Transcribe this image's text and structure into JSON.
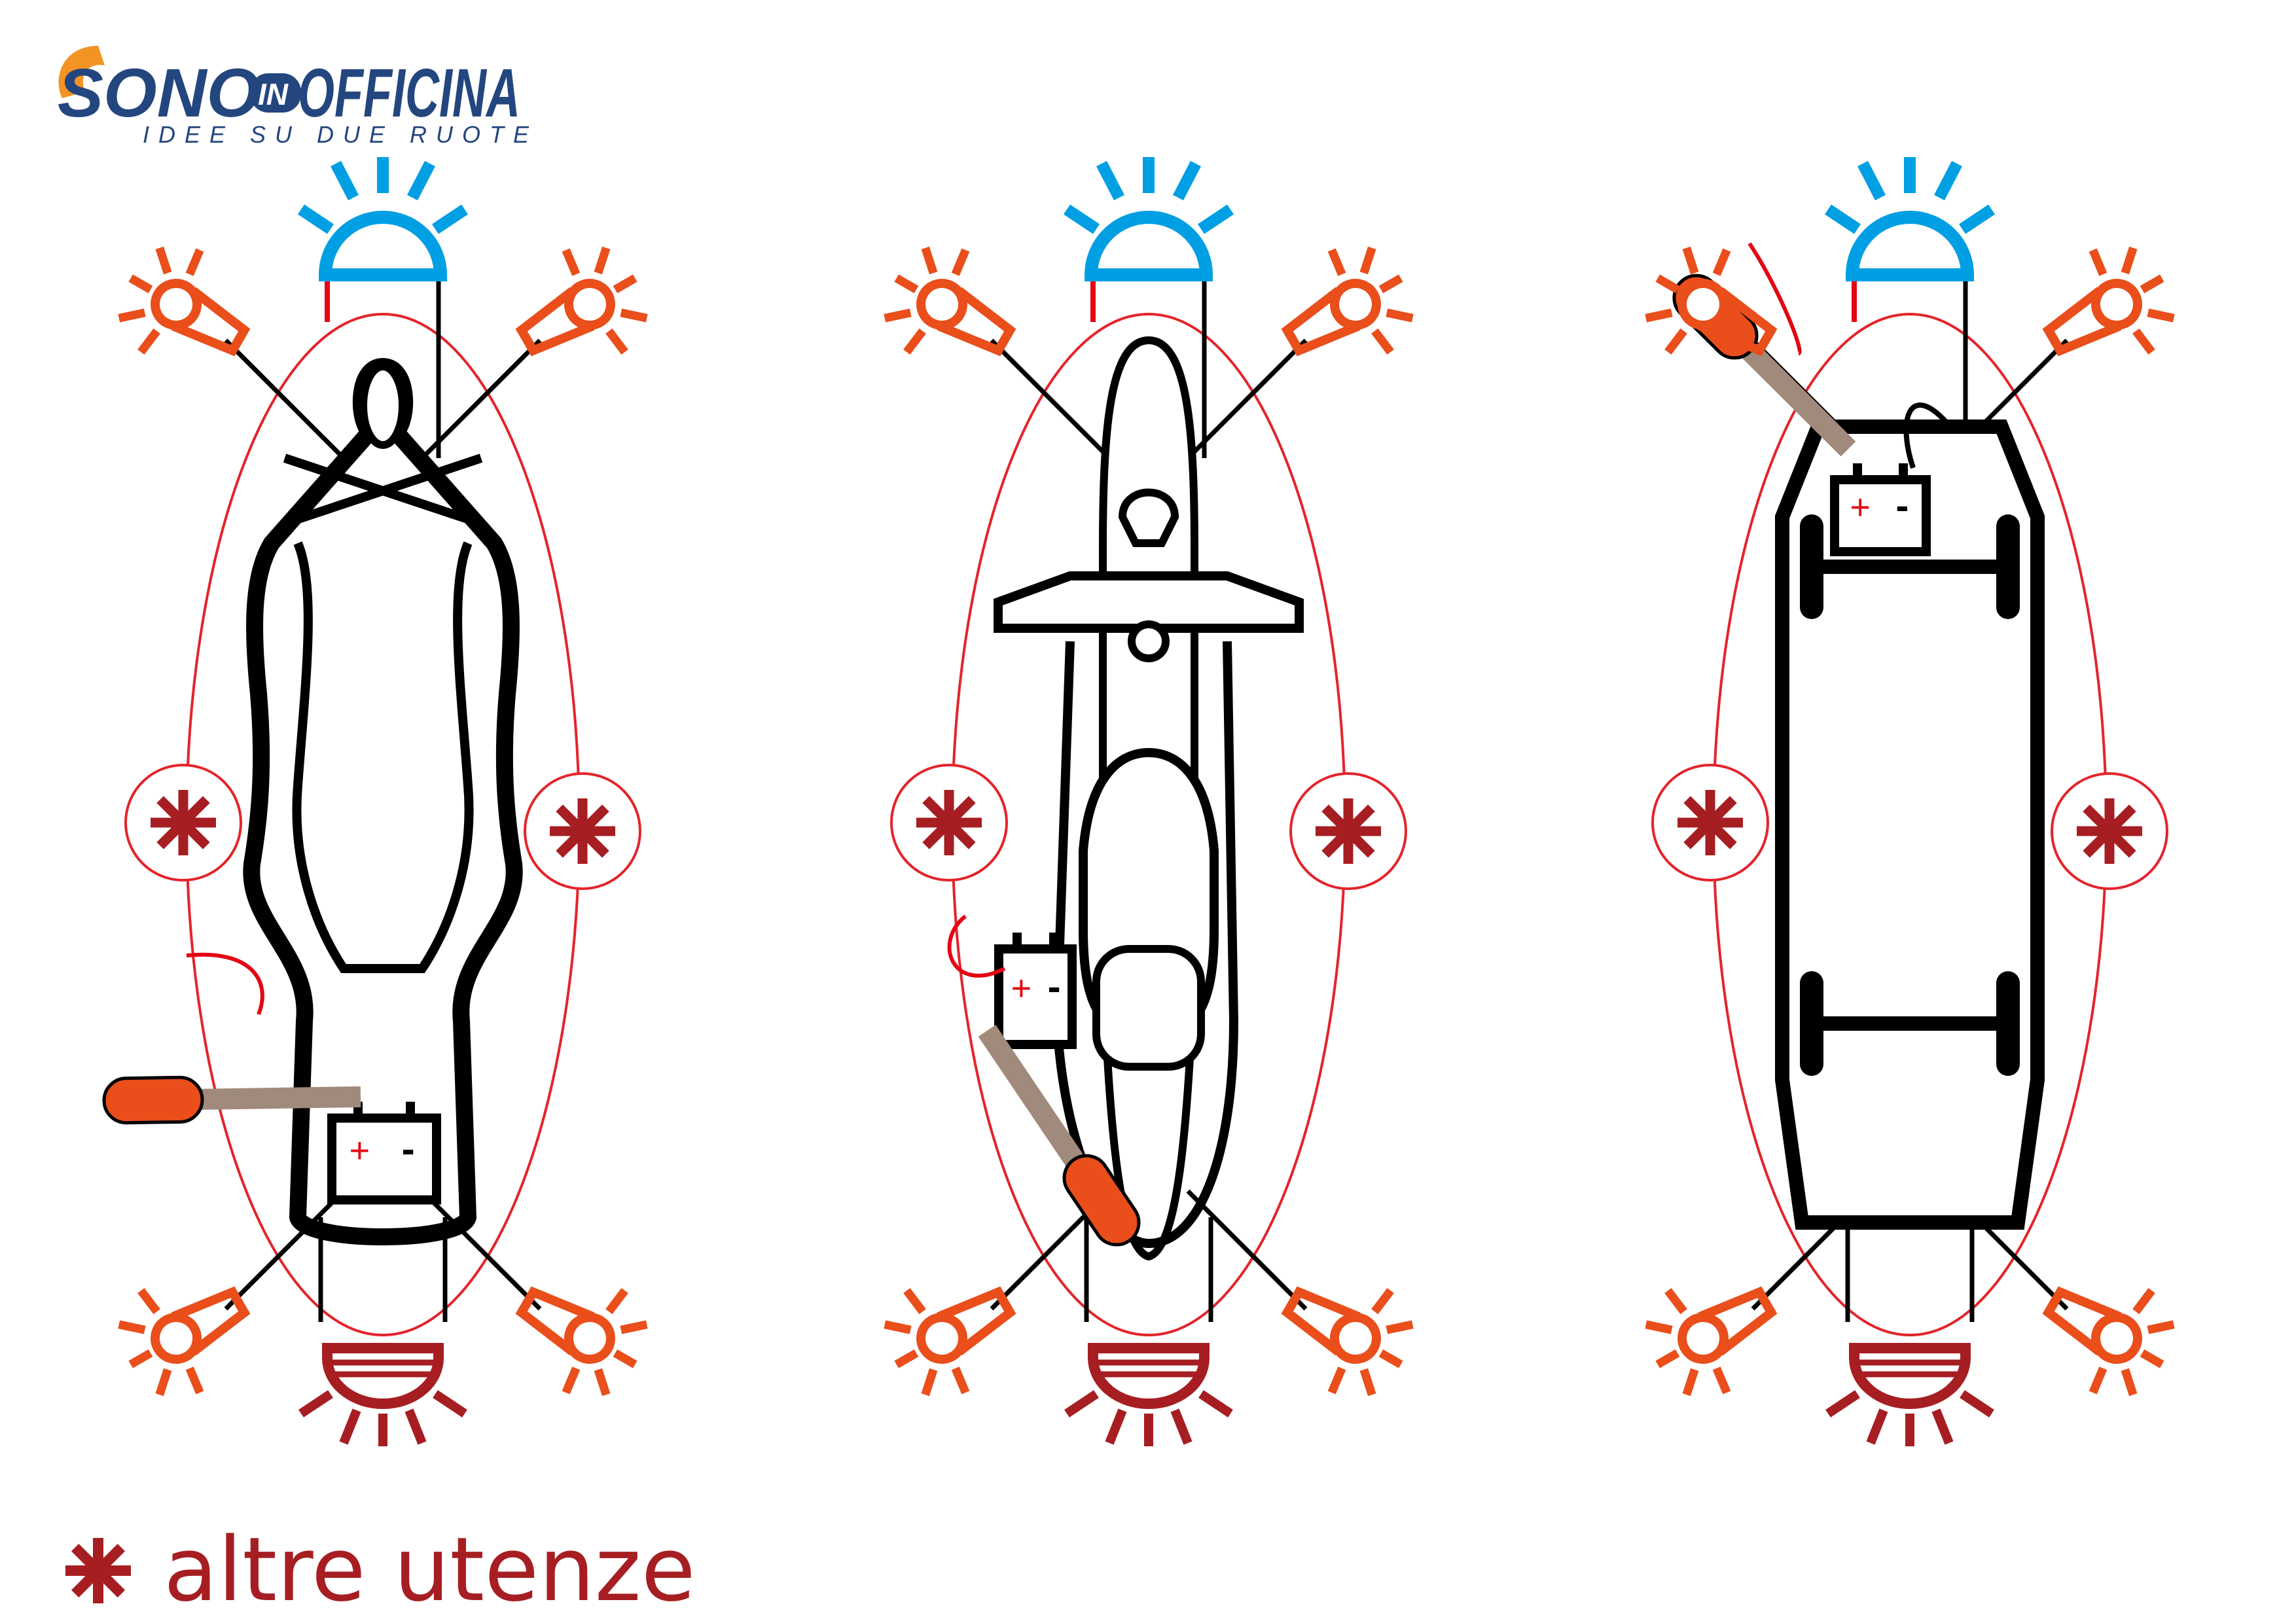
{
  "logo": {
    "word1": "SONO",
    "word2": "IN",
    "word3": "OFFICINA",
    "tagline": "IDEE SU DUE RUOTE",
    "colors": {
      "blue": "#23467F",
      "orange": "#F39323"
    }
  },
  "battery": {
    "plus": "+",
    "minus": "-"
  },
  "legend": {
    "symbol": "✱",
    "label": "altre utenze"
  },
  "colors": {
    "beacon": "#009FE3",
    "indicator": "#E94E1B",
    "rear_light": "#A61E22",
    "circuit": "#E3242B",
    "accessory": "#A61E22",
    "handle": "#E94E1B",
    "handle_bar": "#A08A7B",
    "wire_positive": "#E30613",
    "wire_negative": "#000000"
  }
}
